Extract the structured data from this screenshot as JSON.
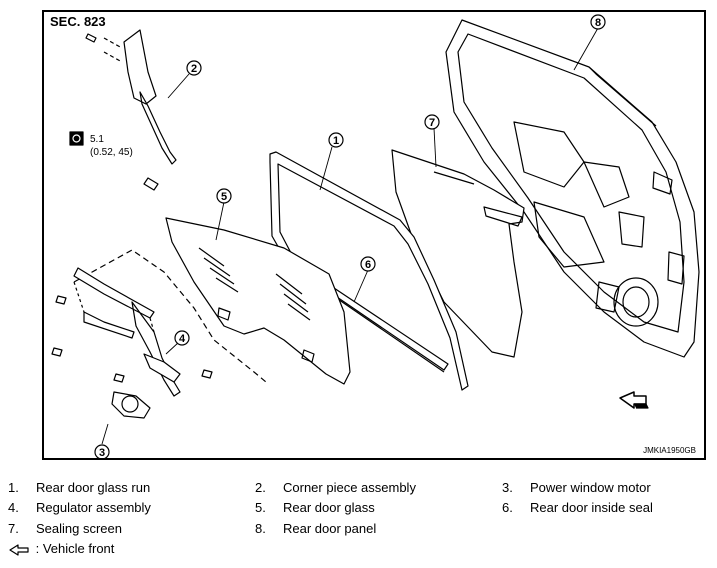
{
  "section": "SEC. 823",
  "image_code": "JMKIA1950GB",
  "torque": {
    "value": "5.1",
    "alt": "(0.52, 45)"
  },
  "callouts": [
    "1",
    "2",
    "3",
    "4",
    "5",
    "6",
    "7",
    "8"
  ],
  "legend": [
    {
      "num": "1.",
      "label": "Rear door glass run"
    },
    {
      "num": "2.",
      "label": "Corner piece assembly"
    },
    {
      "num": "3.",
      "label": "Power window motor"
    },
    {
      "num": "4.",
      "label": "Regulator assembly"
    },
    {
      "num": "5.",
      "label": "Rear door glass"
    },
    {
      "num": "6.",
      "label": "Rear door inside seal"
    },
    {
      "num": "7.",
      "label": "Sealing screen"
    },
    {
      "num": "8.",
      "label": "Rear door panel"
    }
  ],
  "front_note": ": Vehicle front",
  "icons": {
    "torque": "torque-wrench-icon",
    "front": "vehicle-front-arrow-icon"
  }
}
